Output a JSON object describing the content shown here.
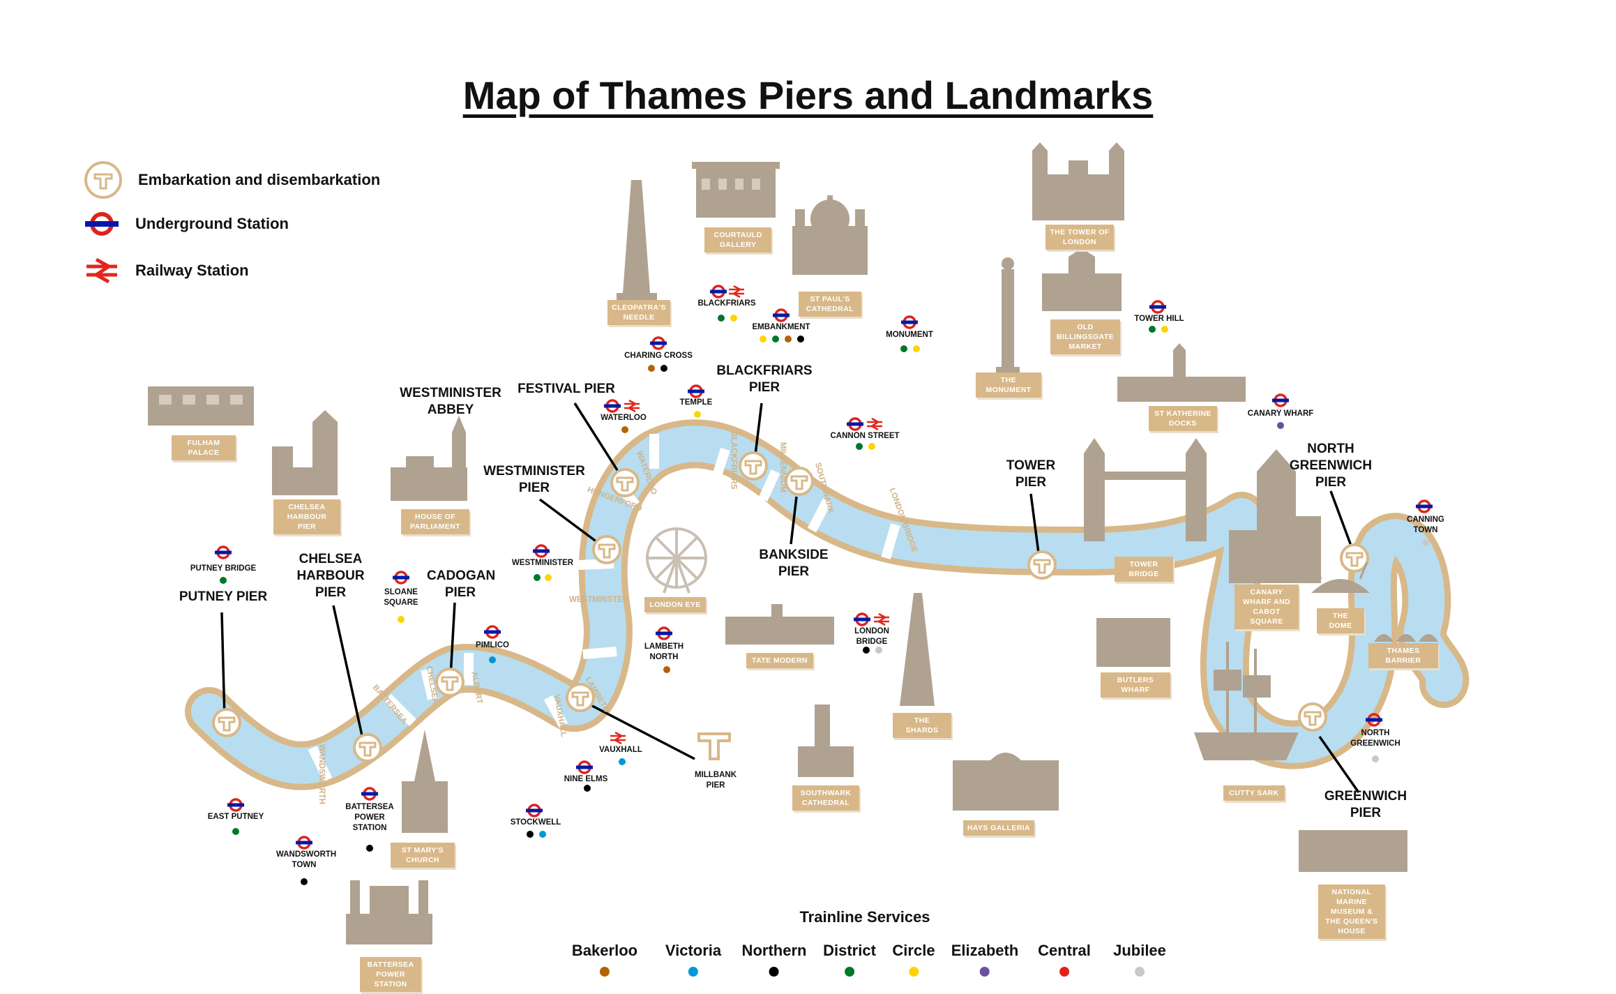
{
  "title": "Map of Thames Piers and Landmarks",
  "legend": [
    {
      "icon": "pier-icon",
      "label": "Embarkation and disembarkation"
    },
    {
      "icon": "underground-icon",
      "label": "Underground Station"
    },
    {
      "icon": "railway-icon",
      "label": "Railway Station"
    }
  ],
  "colors": {
    "river": "#b8ddf0",
    "bank": "#d8b889",
    "building": "#b0a290",
    "underground_red": "#dc241f",
    "underground_blue": "#0019a8",
    "railway_red": "#e3261d"
  },
  "piers": {
    "putney": "PUTNEY PIER",
    "chelsea_harbour": "CHELSEA HARBOUR PIER",
    "cadogan": "CADOGAN PIER",
    "westminster": "WESTMINISTER PIER",
    "festival": "FESTIVAL PIER",
    "blackfriars": "BLACKFRIARS PIER",
    "bankside": "BANKSIDE PIER",
    "tower": "TOWER PIER",
    "north_greenwich": "NORTH GREENWICH PIER",
    "greenwich": "GREENWICH PIER",
    "millbank": "MILLBANK PIER"
  },
  "landmarks": {
    "fulham_palace": "FULHAM PALACE",
    "chelsea_harbour_pier": "CHELSEA HARBOUR PIER",
    "house_of_parliament": "HOUSE OF PARLIAMENT",
    "westminster_abbey": "WESTMINISTER ABBEY",
    "cleopatras_needle": "CLEOPATRA'S NEEDLE",
    "courtauld_gallery": "COURTAULD GALLERY",
    "st_pauls": "ST PAUL'S CATHEDRAL",
    "london_eye": "LONDON EYE",
    "tate_modern": "TATE MODERN",
    "the_monument": "THE MONUMENT",
    "tower_of_london": "THE TOWER OF LONDON",
    "old_billingsgate": "OLD BILLINGSGATE MARKET",
    "st_katherine_docks": "ST KATHERINE DOCKS",
    "tower_bridge": "TOWER BRIDGE",
    "canary_wharf_cabot": "CANARY WHARF AND CABOT SQUARE",
    "the_dome": "THE DOME",
    "thames_barrier": "THAMES BARRIER",
    "butlers_wharf": "BUTLERS WHARF",
    "cutty_sark": "CUTTY SARK",
    "national_maritime": "NATIONAL MARINE MUSEUM & THE QUEEN'S HOUSE",
    "the_shards": "THE SHARDS",
    "hays_galleria": "HAYS GALLERIA",
    "southwark_cathedral": "SOUTHWARK CATHEDRAL",
    "st_marys": "ST MARY'S CHURCH",
    "battersea_power": "BATTERSEA POWER STATION"
  },
  "stations": {
    "putney_bridge": "PUTNEY BRIDGE",
    "east_putney": "EAST PUTNEY",
    "wandsworth_town": "WANDSWORTH TOWN",
    "battersea_power_station": "BATTERSEA POWER STATION",
    "sloane_square": "SLOANE SQUARE",
    "pimlico": "PIMLICO",
    "westminster": "WESTMINISTER",
    "charing_cross": "CHARING CROSS",
    "waterloo": "WATERLOO",
    "temple": "TEMPLE",
    "blackfriars": "BLACKFRIARS",
    "embankment": "EMBANKMENT",
    "monument": "MONUMENT",
    "cannon_street": "CANNON STREET",
    "lambeth_north": "LAMBETH NORTH",
    "vauxhall": "VAUXHALL",
    "nine_elms": "NINE ELMS",
    "stockwell": "STOCKWELL",
    "london_bridge": "LONDON BRIDGE",
    "tower_hill": "TOWER HILL",
    "canary_wharf": "CANARY WHARF",
    "canning_town": "CANNING TOWN",
    "north_greenwich": "NORTH GREENWICH"
  },
  "bridges": {
    "wandsworth": "WANDSWORTH",
    "battersea": "BATTERSEA",
    "albert": "ALBERT",
    "chelsea": "CHELSEA",
    "vauxhall": "VAUXHALL",
    "lambeth": "LAMBETH",
    "westminster": "WESTMINSTER",
    "hungerford": "HUNGERFORD",
    "waterloo": "WATERLOO",
    "blackfriars": "BLACKFRIARS",
    "millennium": "MILLENNIUM",
    "southwark": "SOUTHWARK",
    "london_bridge": "LONDON BRIDGE"
  },
  "services": {
    "title": "Trainline Services",
    "lines": [
      {
        "name": "Bakerloo",
        "color": "#b36305"
      },
      {
        "name": "Victoria",
        "color": "#0098d4"
      },
      {
        "name": "Northern",
        "color": "#000000"
      },
      {
        "name": "District",
        "color": "#00782a"
      },
      {
        "name": "Circle",
        "color": "#ffd300"
      },
      {
        "name": "Elizabeth",
        "color": "#6950a1"
      },
      {
        "name": "Central",
        "color": "#e32017"
      },
      {
        "name": "Jubilee",
        "color": "#c8c8c8"
      }
    ]
  }
}
